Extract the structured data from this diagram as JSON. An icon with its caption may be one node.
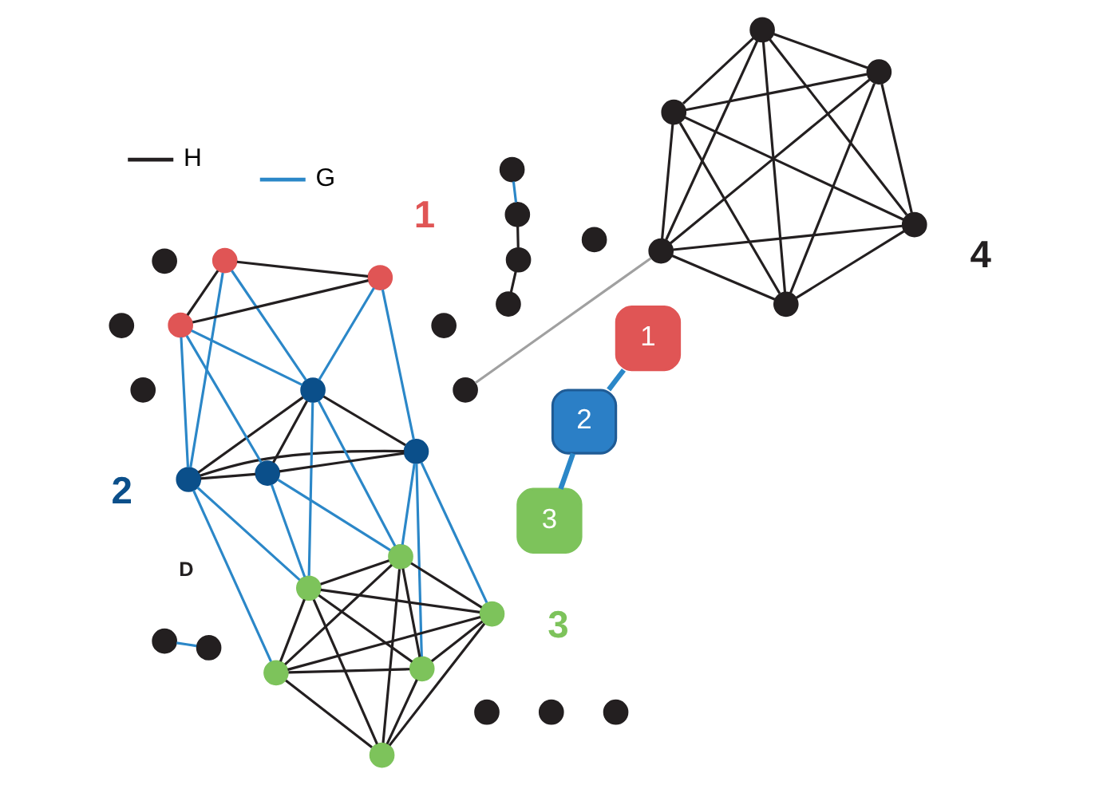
{
  "diagram": {
    "nodes": [
      {
        "text": [],
        "shape": "circle"
      },
      {
        "text": [],
        "shape": "circle"
      },
      {
        "text": [],
        "shape": "circle"
      },
      {
        "text": [],
        "shape": "circle"
      },
      {
        "text": [],
        "shape": "circle"
      },
      {
        "text": [],
        "shape": "circle"
      },
      {
        "text": [],
        "shape": "circle"
      },
      {
        "text": [],
        "shape": "circle"
      },
      {
        "text": [],
        "shape": "circle"
      },
      {
        "text": [],
        "shape": "circle"
      },
      {
        "text": [],
        "shape": "circle"
      },
      {
        "text": [],
        "shape": "circle"
      },
      {
        "text": [],
        "shape": "circle"
      },
      {
        "text": [],
        "shape": "circle"
      },
      {
        "text": [],
        "shape": "circle"
      },
      {
        "text": [],
        "shape": "circle"
      },
      {
        "text": [],
        "shape": "circle"
      },
      {
        "text": [],
        "shape": "circle"
      },
      {
        "text": [],
        "shape": "circle"
      },
      {
        "text": [],
        "shape": "circle"
      },
      {
        "text": [],
        "shape": "circle"
      },
      {
        "text": [],
        "shape": "circle"
      },
      {
        "text": [],
        "shape": "circle"
      },
      {
        "text": [],
        "shape": "circle"
      },
      {
        "text": [],
        "shape": "circle"
      },
      {
        "text": [],
        "shape": "circle"
      },
      {
        "text": [],
        "shape": "circle"
      },
      {
        "text": [],
        "shape": "circle"
      },
      {
        "text": [],
        "shape": "circle"
      },
      {
        "text": [],
        "shape": "circle"
      },
      {
        "text": [],
        "shape": "circle"
      },
      {
        "text": [],
        "shape": "circle"
      },
      {
        "text": [],
        "shape": "circle"
      },
      {
        "text": [],
        "shape": "circle"
      },
      {
        "text": [
          "2"
        ]
      },
      {
        "text": [
          "1"
        ]
      },
      {
        "text": [
          "3"
        ]
      }
    ],
    "edges": [
      {
        "from": 0,
        "to": 1,
        "arrow": "none"
      },
      {
        "from": 0,
        "to": 2,
        "arrow": "none"
      },
      {
        "from": 0,
        "to": 3,
        "arrow": "none"
      },
      {
        "from": 1,
        "to": 2,
        "arrow": "none"
      },
      {
        "from": 1,
        "to": 3,
        "arrow": "none"
      },
      {
        "from": 2,
        "to": 3,
        "arrow": "none"
      },
      {
        "from": 4,
        "to": 5,
        "arrow": "none"
      },
      {
        "from": 4,
        "to": 6,
        "arrow": "none"
      },
      {
        "from": 5,
        "to": 6,
        "arrow": "none"
      },
      {
        "from": 0,
        "to": 5,
        "arrow": "none",
        "color": "#2b87c8"
      },
      {
        "from": 0,
        "to": 6,
        "arrow": "none",
        "color": "#2b87c8"
      },
      {
        "from": 1,
        "to": 4,
        "arrow": "none",
        "color": "#2b87c8"
      },
      {
        "from": 1,
        "to": 5,
        "arrow": "none",
        "color": "#2b87c8"
      },
      {
        "from": 1,
        "to": 6,
        "arrow": "none",
        "color": "#2b87c8"
      },
      {
        "from": 2,
        "to": 4,
        "arrow": "none",
        "color": "#2b87c8"
      },
      {
        "from": 3,
        "to": 5,
        "arrow": "none",
        "color": "#2b87c8"
      },
      {
        "from": 0,
        "to": 7,
        "arrow": "none",
        "color": "#2b87c8"
      },
      {
        "from": 0,
        "to": 9,
        "arrow": "none",
        "color": "#2b87c8"
      },
      {
        "from": 1,
        "to": 8,
        "arrow": "none",
        "color": "#2b87c8"
      },
      {
        "from": 1,
        "to": 9,
        "arrow": "none",
        "color": "#2b87c8"
      },
      {
        "from": 2,
        "to": 8,
        "arrow": "none",
        "color": "#2b87c8"
      },
      {
        "from": 2,
        "to": 10,
        "arrow": "none",
        "color": "#2b87c8"
      },
      {
        "from": 2,
        "to": 12,
        "arrow": "none",
        "color": "#2b87c8"
      },
      {
        "from": 3,
        "to": 8,
        "arrow": "none",
        "color": "#2b87c8"
      },
      {
        "from": 3,
        "to": 9,
        "arrow": "none",
        "color": "#2b87c8"
      },
      {
        "from": 7,
        "to": 8,
        "arrow": "none"
      },
      {
        "from": 7,
        "to": 9,
        "arrow": "none"
      },
      {
        "from": 7,
        "to": 10,
        "arrow": "none"
      },
      {
        "from": 7,
        "to": 11,
        "arrow": "none"
      },
      {
        "from": 7,
        "to": 12,
        "arrow": "none"
      },
      {
        "from": 8,
        "to": 9,
        "arrow": "none"
      },
      {
        "from": 8,
        "to": 10,
        "arrow": "none"
      },
      {
        "from": 8,
        "to": 11,
        "arrow": "none"
      },
      {
        "from": 8,
        "to": 12,
        "arrow": "none"
      },
      {
        "from": 9,
        "to": 10,
        "arrow": "none"
      },
      {
        "from": 9,
        "to": 11,
        "arrow": "none"
      },
      {
        "from": 9,
        "to": 12,
        "arrow": "none"
      },
      {
        "from": 10,
        "to": 11,
        "arrow": "none"
      },
      {
        "from": 10,
        "to": 12,
        "arrow": "none"
      },
      {
        "from": 11,
        "to": 12,
        "arrow": "none"
      },
      {
        "from": 13,
        "to": 14,
        "arrow": "none"
      },
      {
        "from": 13,
        "to": 15,
        "arrow": "none"
      },
      {
        "from": 13,
        "to": 16,
        "arrow": "none"
      },
      {
        "from": 13,
        "to": 17,
        "arrow": "none"
      },
      {
        "from": 13,
        "to": 18,
        "arrow": "none"
      },
      {
        "from": 14,
        "to": 15,
        "arrow": "none"
      },
      {
        "from": 14,
        "to": 16,
        "arrow": "none"
      },
      {
        "from": 14,
        "to": 17,
        "arrow": "none"
      },
      {
        "from": 14,
        "to": 18,
        "arrow": "none"
      },
      {
        "from": 15,
        "to": 16,
        "arrow": "none"
      },
      {
        "from": 15,
        "to": 17,
        "arrow": "none"
      },
      {
        "from": 15,
        "to": 18,
        "arrow": "none"
      },
      {
        "from": 16,
        "to": 17,
        "arrow": "none"
      },
      {
        "from": 16,
        "to": 18,
        "arrow": "none"
      },
      {
        "from": 17,
        "to": 18,
        "arrow": "none"
      },
      {
        "from": 19,
        "to": 13,
        "arrow": "none",
        "color": "#a0a0a0"
      },
      {
        "from": 20,
        "to": 21,
        "arrow": "none"
      },
      {
        "from": 21,
        "to": 22,
        "arrow": "none"
      },
      {
        "from": 22,
        "to": 23,
        "arrow": "none",
        "color": "#2b87c8"
      },
      {
        "from": 24,
        "to": 25,
        "arrow": "none",
        "color": "#2b87c8"
      },
      {
        "from": 34,
        "to": 35,
        "arrow": "none",
        "color": "#2b87c8",
        "style": "thick"
      },
      {
        "from": 34,
        "to": 36,
        "arrow": "none",
        "color": "#2b87c8",
        "style": "thick"
      }
    ],
    "labels": [
      "D",
      "2",
      "1",
      "4",
      "3"
    ],
    "legend": [
      {
        "text": "H"
      },
      {
        "text": "G"
      }
    ]
  }
}
